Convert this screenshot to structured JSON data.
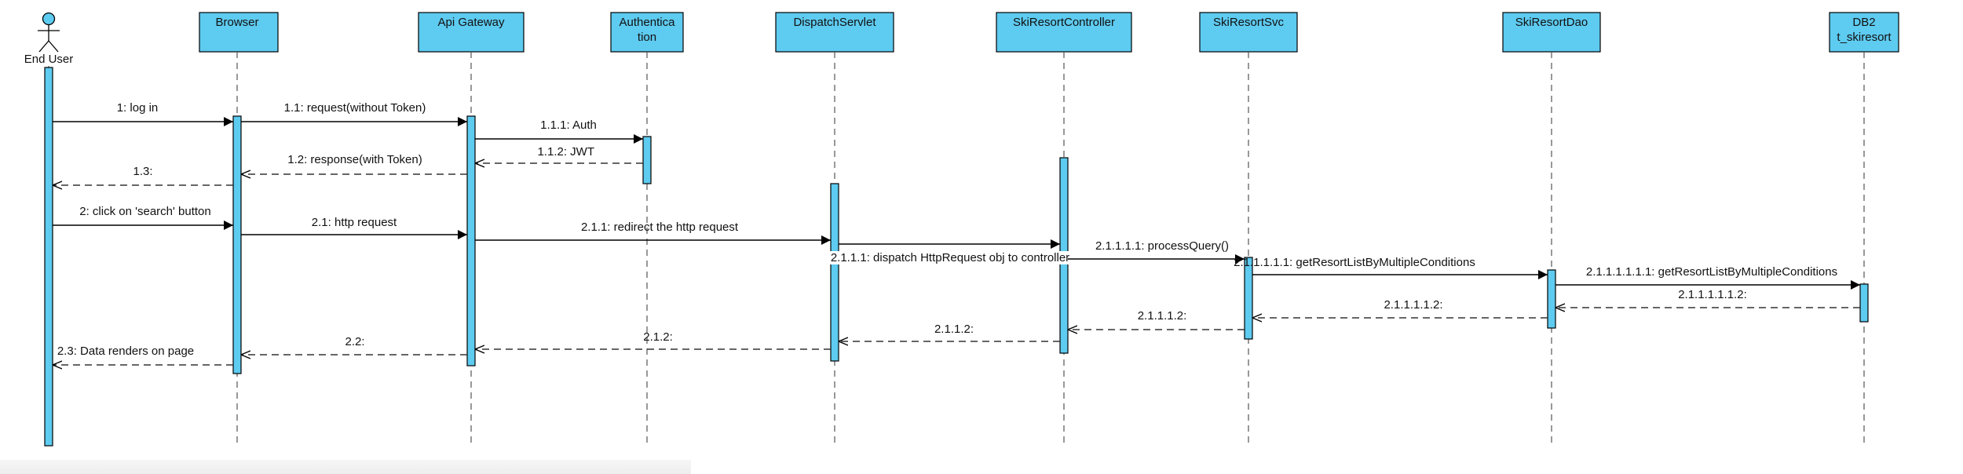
{
  "actor": {
    "label": "End User"
  },
  "participants": [
    {
      "id": "browser",
      "lines": [
        "Browser"
      ]
    },
    {
      "id": "apigw",
      "lines": [
        "Api Gateway"
      ]
    },
    {
      "id": "auth",
      "lines": [
        "Authentica",
        "tion"
      ]
    },
    {
      "id": "dispatch",
      "lines": [
        "DispatchServlet"
      ]
    },
    {
      "id": "controller",
      "lines": [
        "SkiResortController"
      ]
    },
    {
      "id": "svc",
      "lines": [
        "SkiResortSvc"
      ]
    },
    {
      "id": "dao",
      "lines": [
        "SkiResortDao"
      ]
    },
    {
      "id": "db",
      "lines": [
        "DB2",
        "t_skiresort"
      ]
    }
  ],
  "messages": [
    {
      "from": "user",
      "to": "browser",
      "kind": "sync",
      "label": "1: log in"
    },
    {
      "from": "browser",
      "to": "apigw",
      "kind": "sync",
      "label": "1.1: request(without Token)"
    },
    {
      "from": "apigw",
      "to": "auth",
      "kind": "sync",
      "label": "1.1.1: Auth"
    },
    {
      "from": "auth",
      "to": "apigw",
      "kind": "return",
      "label": "1.1.2: JWT"
    },
    {
      "from": "apigw",
      "to": "browser",
      "kind": "return",
      "label": "1.2: response(with Token)"
    },
    {
      "from": "browser",
      "to": "user",
      "kind": "return",
      "label": "1.3:"
    },
    {
      "from": "user",
      "to": "browser",
      "kind": "sync",
      "label": "2: click on 'search' button"
    },
    {
      "from": "browser",
      "to": "apigw",
      "kind": "sync",
      "label": "2.1: http request"
    },
    {
      "from": "apigw",
      "to": "dispatch",
      "kind": "sync",
      "label": "2.1.1: redirect the http request"
    },
    {
      "from": "dispatch",
      "to": "controller",
      "kind": "sync",
      "label": "2.1.1.1: dispatch HttpRequest obj to controller"
    },
    {
      "from": "controller",
      "to": "svc",
      "kind": "sync",
      "label": "2.1.1.1.1: processQuery()"
    },
    {
      "from": "svc",
      "to": "dao",
      "kind": "sync",
      "label": "2.1.1.1.1.1: getResortListByMultipleConditions"
    },
    {
      "from": "dao",
      "to": "db",
      "kind": "sync",
      "label": "2.1.1.1.1.1.1: getResortListByMultipleConditions"
    },
    {
      "from": "db",
      "to": "dao",
      "kind": "return",
      "label": "2.1.1.1.1.1.2:"
    },
    {
      "from": "dao",
      "to": "svc",
      "kind": "return",
      "label": "2.1.1.1.1.2:"
    },
    {
      "from": "svc",
      "to": "controller",
      "kind": "return",
      "label": "2.1.1.1.2:"
    },
    {
      "from": "controller",
      "to": "dispatch",
      "kind": "return",
      "label": "2.1.1.2:"
    },
    {
      "from": "dispatch",
      "to": "apigw",
      "kind": "return",
      "label": "2.1.2:"
    },
    {
      "from": "apigw",
      "to": "browser",
      "kind": "return",
      "label": "2.2:"
    },
    {
      "from": "browser",
      "to": "user",
      "kind": "return",
      "label": "2.3: Data renders on page"
    }
  ],
  "colors": {
    "box_fill": "#5ecbf0",
    "line": "#000000",
    "dash": "#444444"
  }
}
